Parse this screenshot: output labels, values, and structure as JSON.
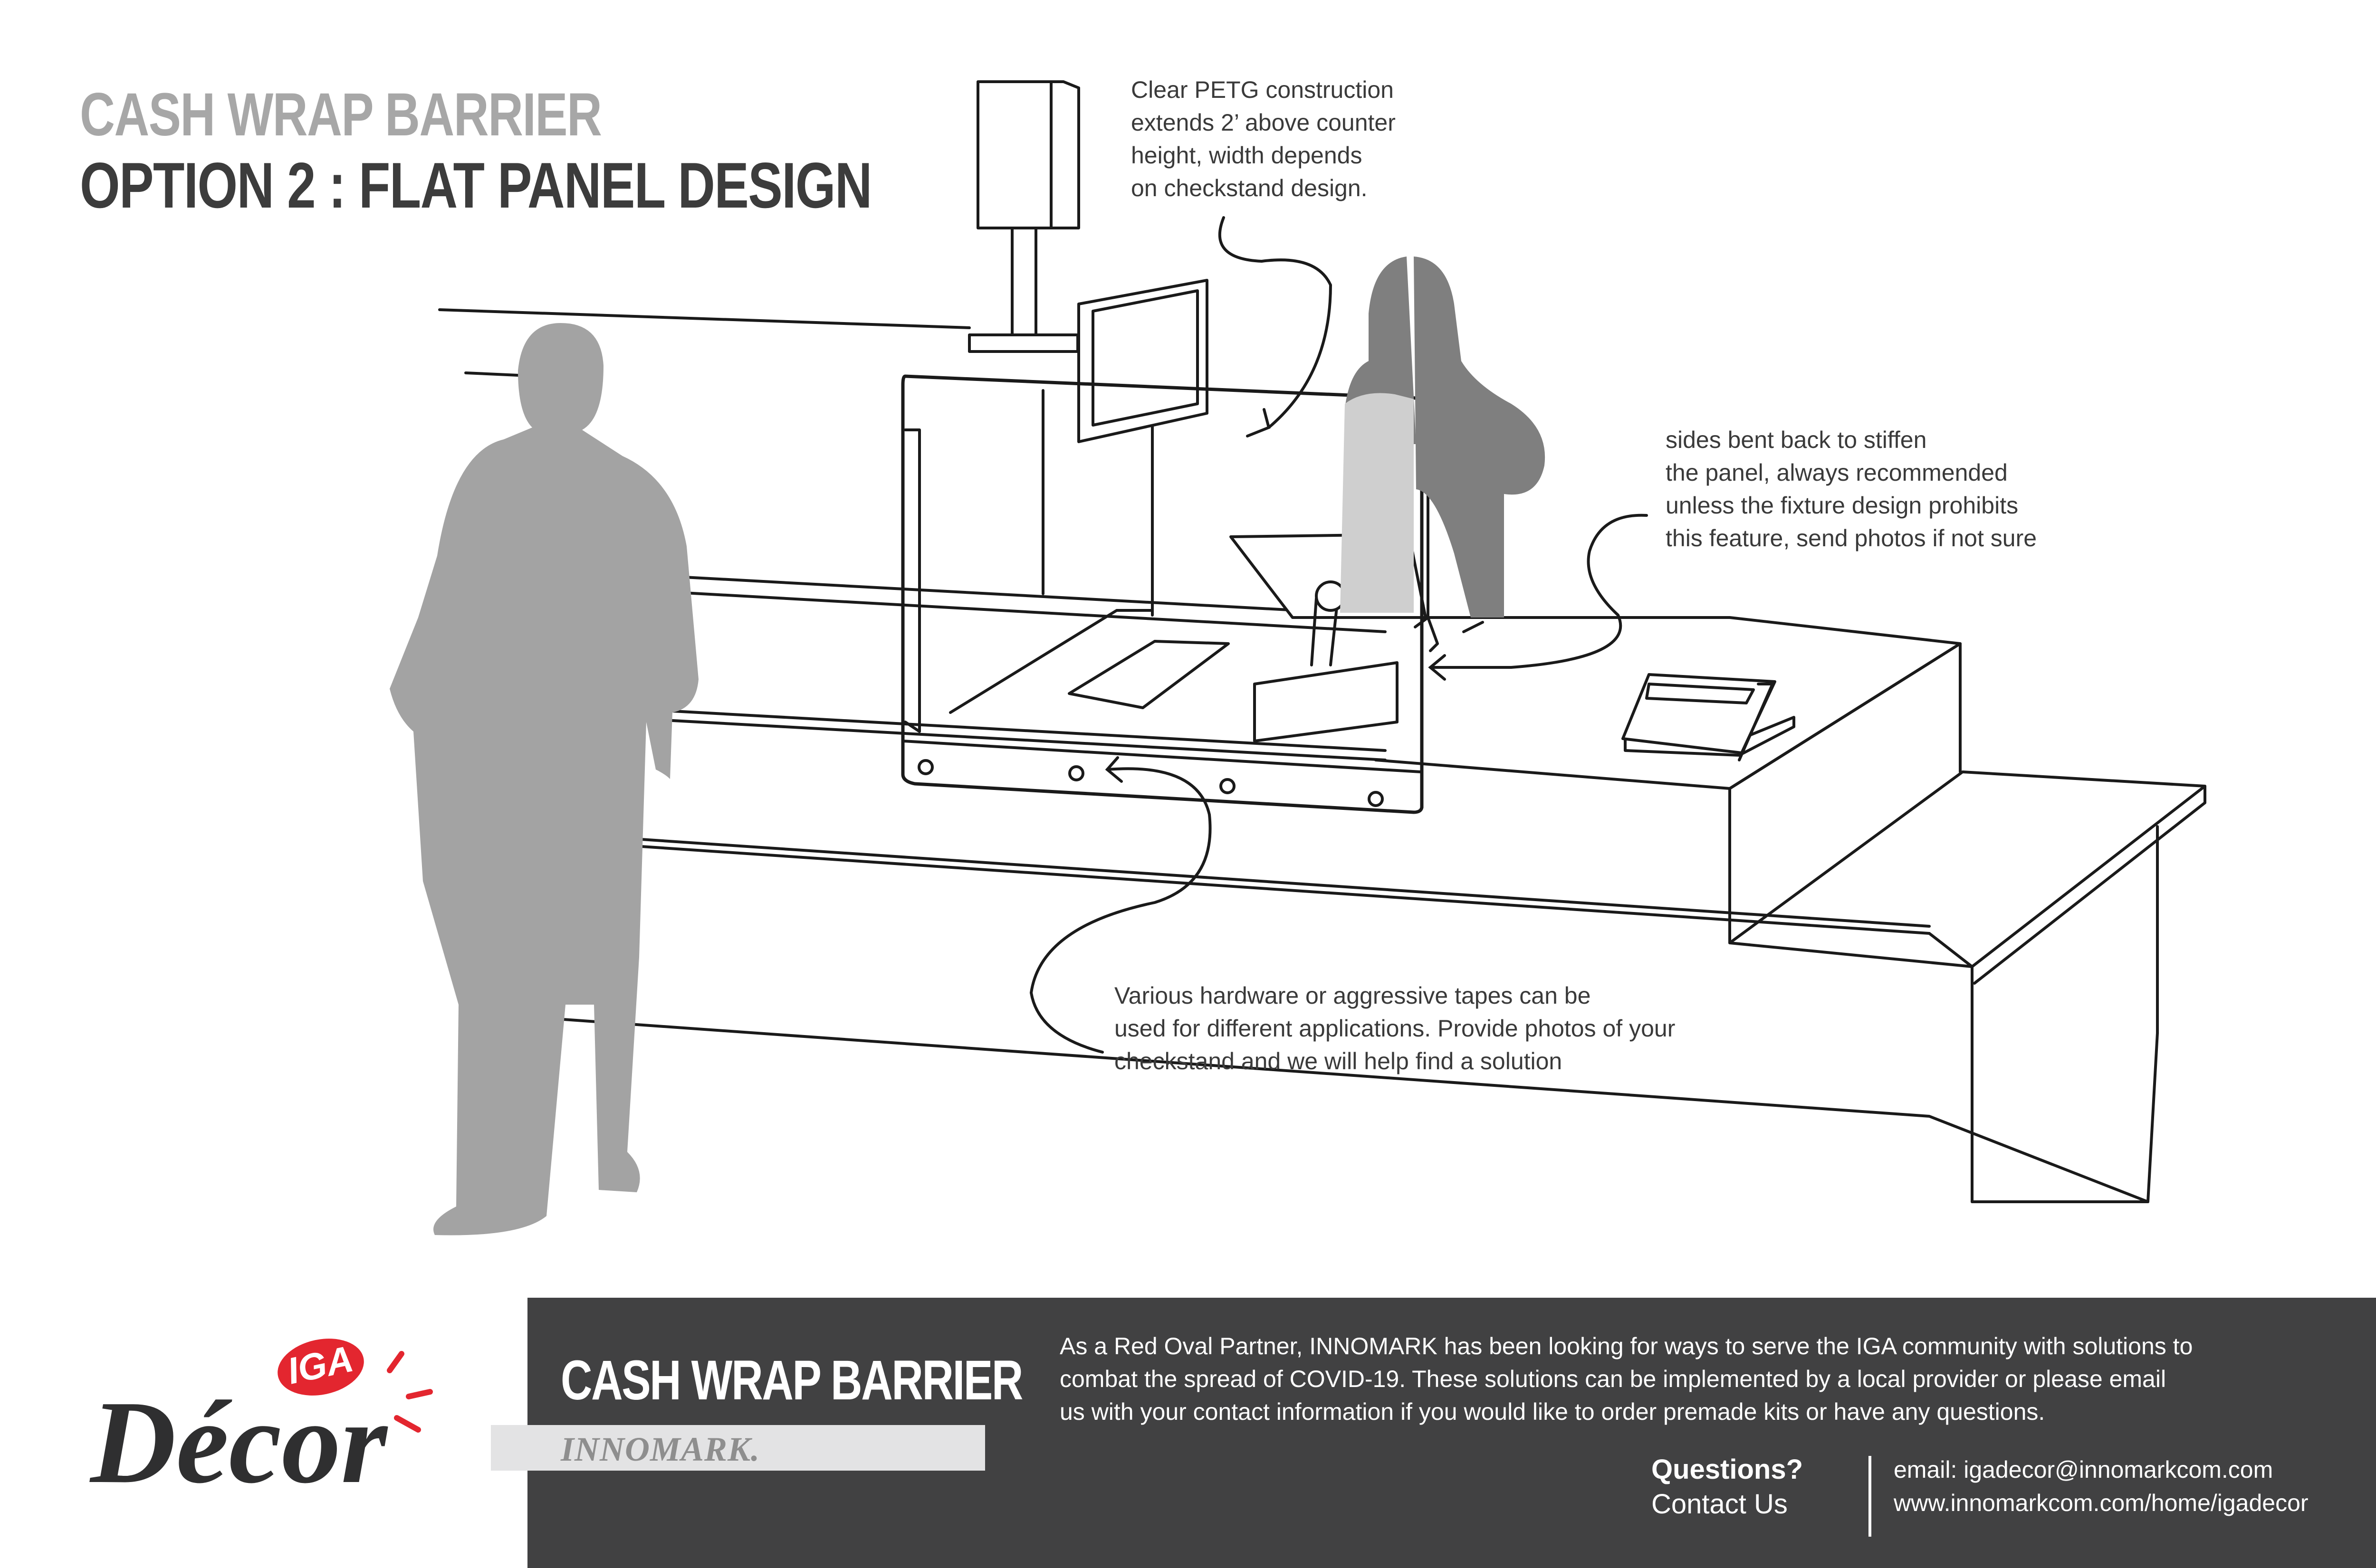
{
  "header": {
    "title": "CASH WRAP BARRIER",
    "subtitle": "OPTION 2 : FLAT PANEL DESIGN"
  },
  "annotations": {
    "petg": [
      "Clear PETG construction",
      "extends 2’ above counter",
      "height, width depends",
      "on checkstand design."
    ],
    "sides": [
      "sides bent back to stiffen",
      "the panel, always recommended",
      "unless the fixture design prohibits",
      "this feature, send photos if not sure"
    ],
    "hardware": [
      "Various hardware or aggressive tapes can be",
      "used for different applications. Provide photos of your",
      "checkstand and we will help find a solution"
    ]
  },
  "footer": {
    "title": "CASH WRAP BARRIER",
    "brand": "INNOMARK.",
    "blurb": [
      "As a Red Oval Partner, INNOMARK has been looking for ways to serve the IGA community with solutions to",
      "combat the spread of COVID-19. These solutions can be implemented by a local provider or please email",
      "us with your contact information if you would like to order premade kits or have any questions."
    ],
    "questions_title": "Questions?",
    "questions_sub": "Contact Us",
    "email": "email: igadecor@innomarkcom.com",
    "website": "www.innomarkcom.com/home/igadecor"
  },
  "logo": {
    "badge_text": "IGA",
    "wordmark": "Décor",
    "badge_color": "#e3262f",
    "wordmark_color": "#2f2f30"
  },
  "colors": {
    "silhouette": "#a3a3a3",
    "silhouette_dark": "#808080",
    "footer_band": "#414142",
    "line": "#1a1a1a"
  }
}
